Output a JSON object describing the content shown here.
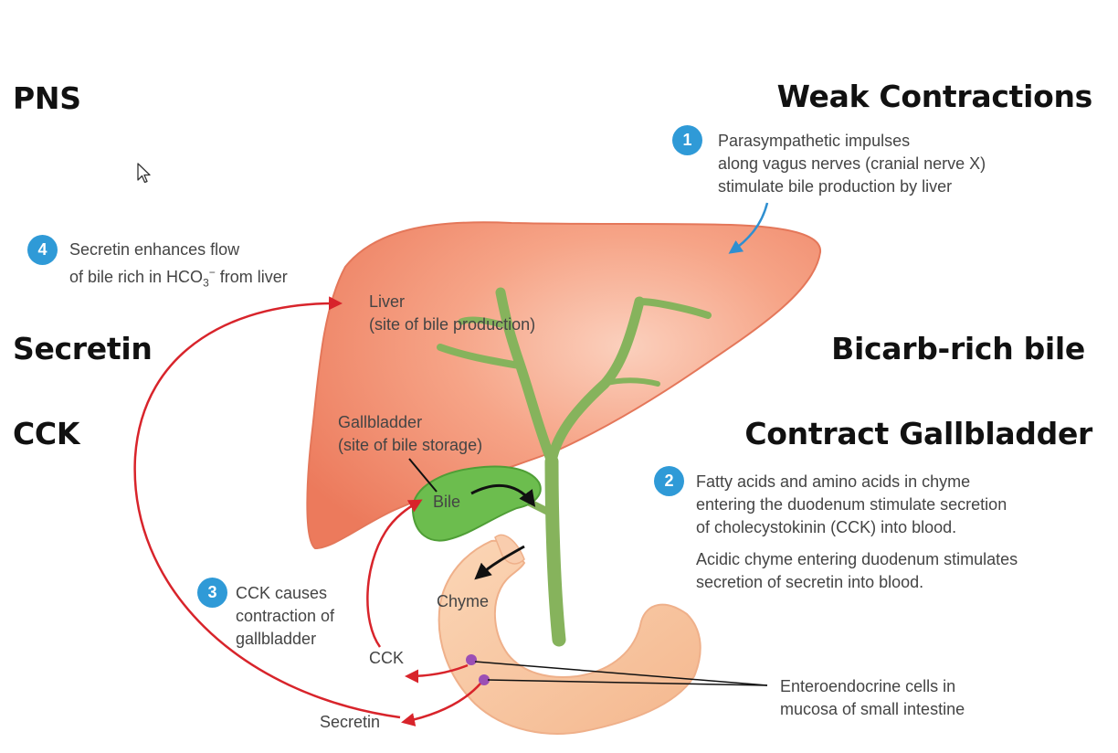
{
  "headers": {
    "pns": "PNS",
    "weak_contractions": "Weak Contractions",
    "secretin": "Secretin",
    "bicarb_rich_bile": "Bicarb-rich bile",
    "cck": "CCK",
    "contract_gallbladder": "Contract Gallbladder"
  },
  "steps": [
    {
      "number": "1",
      "lines": [
        "Parasympathetic impulses",
        "along vagus nerves (cranial nerve X)",
        "stimulate bile production by liver"
      ]
    },
    {
      "number": "2",
      "lines": [
        "Fatty acids and amino acids in chyme",
        "entering the duodenum stimulate secretion",
        "of cholecystokinin (CCK) into blood."
      ],
      "extra_lines": [
        "Acidic chyme entering duodenum stimulates",
        "secretion of secretin into blood."
      ]
    },
    {
      "number": "3",
      "lines": [
        "CCK causes",
        "contraction of",
        "gallbladder"
      ]
    },
    {
      "number": "4",
      "lines": [
        "Secretin enhances flow",
        "of bile rich in HCO",
        "from liver"
      ],
      "subscript": "3",
      "superscript": "−"
    }
  ],
  "labels": {
    "liver": [
      "Liver",
      "(site of bile production)"
    ],
    "gallbladder": [
      "Gallbladder",
      "(site of bile storage)"
    ],
    "bile": "Bile",
    "chyme": "Chyme",
    "cck": "CCK",
    "secretin": "Secretin",
    "enteroendocrine": [
      "Enteroendocrine cells in",
      "mucosa of small intestine"
    ]
  },
  "colors": {
    "liver": "#f08a6c",
    "gallbladder": "#6cbd4e",
    "bile_duct": "#86b35c",
    "intestine": "#f6c39d",
    "step_badge": "#2f9ad7",
    "hormone_arrow": "#d8242b",
    "nerve_arrow": "#2f8fd0",
    "enteroendocrine_cell": "#9b4fb5"
  }
}
